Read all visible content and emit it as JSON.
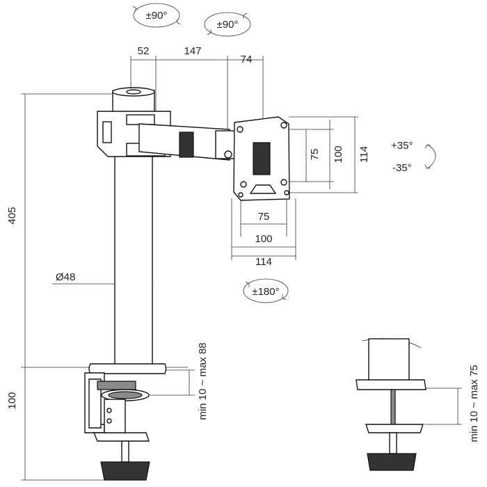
{
  "rotations": {
    "tilt_top_left": "±90°",
    "swivel_top_right": "±90°",
    "rotation_bottom": "±180°",
    "tilt_up": "+35°",
    "tilt_down": "-35°"
  },
  "dimensions": {
    "arm_segment_1": "52",
    "arm_segment_2": "147",
    "arm_segment_3": "74",
    "pole_height": "405",
    "pole_diameter": "Ø48",
    "clamp_height": "100",
    "clamp_range": "min 10 ~ max 88",
    "grommet_range": "min 10 ~ max 75",
    "vesa_small_v": "75",
    "vesa_medium_v": "100",
    "vesa_large_v": "114",
    "vesa_small_h": "75",
    "vesa_medium_h": "100",
    "vesa_large_h": "114"
  },
  "colors": {
    "line": "#111111",
    "dark_part": "#333333",
    "grey_part": "#8a8a8a"
  }
}
